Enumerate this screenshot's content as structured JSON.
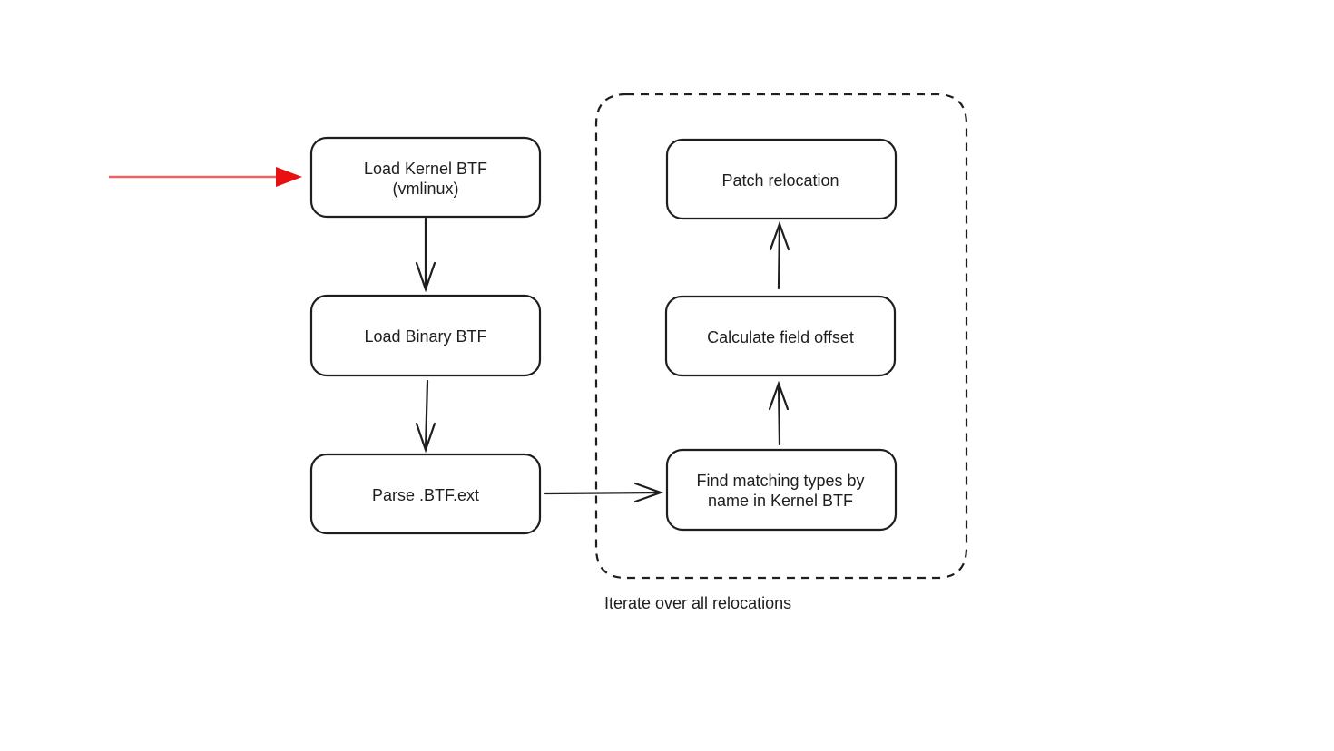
{
  "diagram": {
    "nodes": {
      "load_kernel": {
        "lines": [
          "Load Kernel BTF",
          "(vmlinux)"
        ]
      },
      "load_binary": {
        "lines": [
          "Load Binary BTF"
        ]
      },
      "parse_ext": {
        "lines": [
          "Parse .BTF.ext"
        ]
      },
      "find_types": {
        "lines": [
          "Find matching types by",
          "name in Kernel BTF"
        ]
      },
      "calc_offset": {
        "lines": [
          "Calculate field offset"
        ]
      },
      "patch_reloc": {
        "lines": [
          "Patch relocation"
        ]
      }
    },
    "loop_group": {
      "caption": "Iterate over all relocations"
    },
    "colors": {
      "stroke": "#1e1e1e",
      "entry_arrow": "#e03131",
      "background": "#ffffff"
    }
  }
}
